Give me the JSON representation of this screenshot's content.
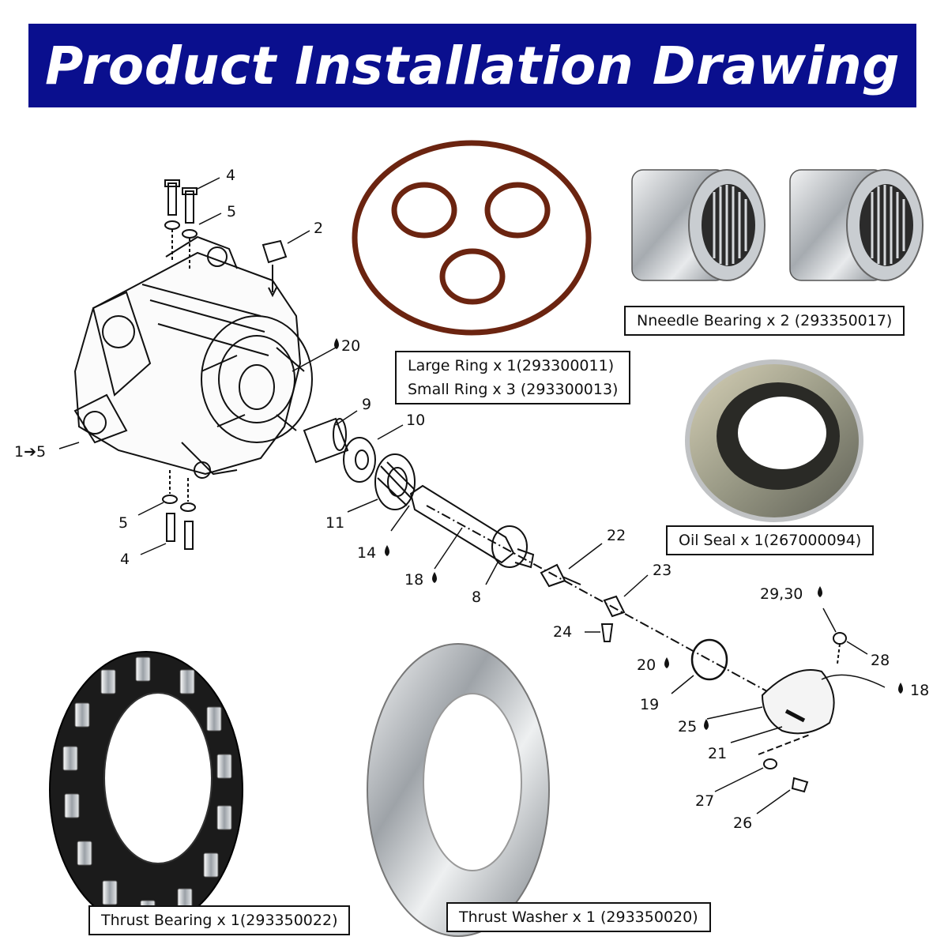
{
  "banner": {
    "title": "Product Installation Drawing",
    "bg": "#0a0f8e"
  },
  "captions": {
    "rings": [
      "Large Ring x 1(293300011)",
      "Small Ring x 3 (293300013)"
    ],
    "needle": "Nneedle Bearing x 2 (293350017)",
    "seal": "Oil Seal x 1(267000094)",
    "thrust_bearing": "Thrust Bearing x 1(293350022)",
    "thrust_washer": "Thrust Washer x 1 (293350020)"
  },
  "callouts": {
    "c4a": "4",
    "c5a": "5",
    "c2": "2",
    "c20a": "20",
    "c9": "9",
    "c10": "10",
    "c15": "1➔5",
    "c11": "11",
    "c5b": "5",
    "c4b": "4",
    "c14": "14",
    "c18a": "18",
    "c8": "8",
    "c22": "22",
    "c23": "23",
    "c24": "24",
    "c2930": "29,30",
    "c28": "28",
    "c20b": "20",
    "c19": "19",
    "c18b": "18",
    "c25": "25",
    "c21": "21",
    "c27": "27",
    "c26": "26"
  },
  "colors": {
    "ring": "#6b2410",
    "steel": "#b8bcc0",
    "line": "#111111"
  }
}
